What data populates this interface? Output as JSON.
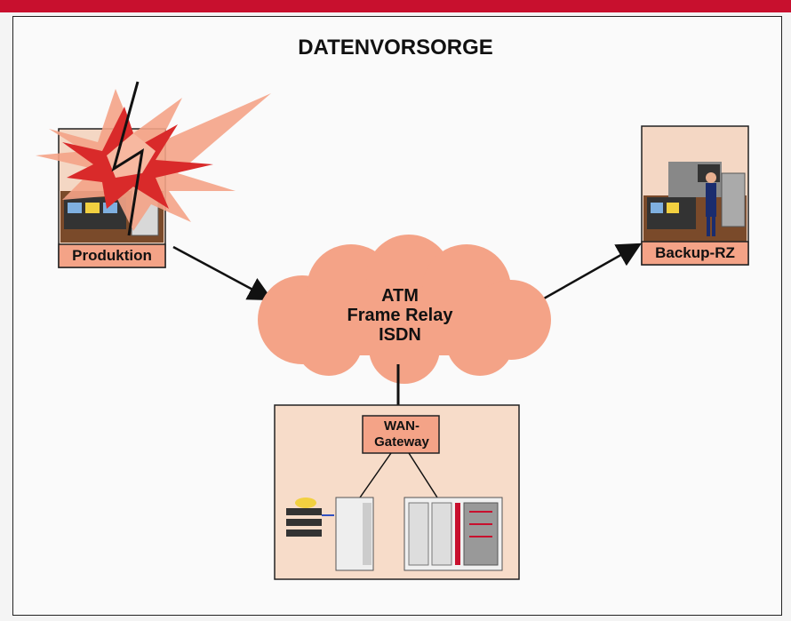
{
  "title": "DATENVORSORGE",
  "colors": {
    "accent": "#c8102e",
    "salmon": "#f4a387",
    "panel": "#f7dcc9",
    "border": "#222222"
  },
  "nodes": {
    "produktion": {
      "label": "Produktion"
    },
    "backup": {
      "label": "Backup-RZ"
    },
    "cloud": {
      "lines": [
        "ATM",
        "Frame Relay",
        "ISDN"
      ]
    },
    "gateway": {
      "lines": [
        "WAN-",
        "Gateway"
      ]
    }
  },
  "icons": [
    "explosion-icon",
    "lightning-icon",
    "server-room-icon",
    "datacenter-operator-icon",
    "network-cloud-icon",
    "disk-storage-icon",
    "server-cabinet-icon",
    "mainframe-icon"
  ]
}
